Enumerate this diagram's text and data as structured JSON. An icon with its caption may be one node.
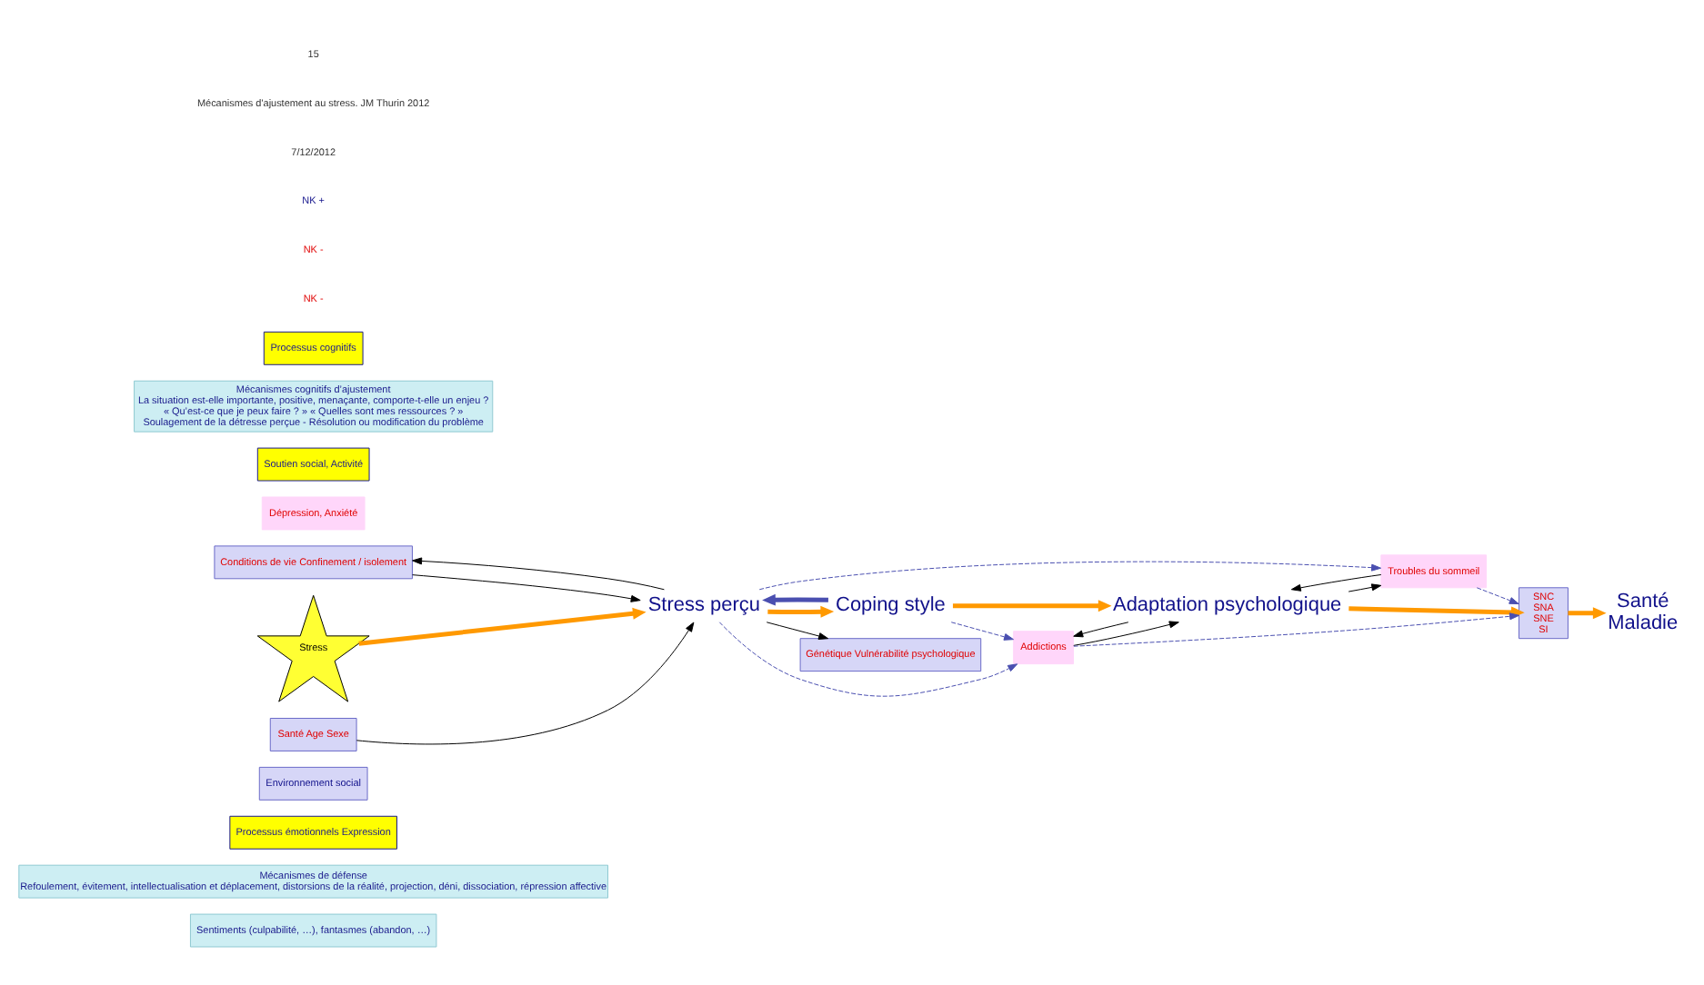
{
  "diagram": {
    "nodes": [
      {
        "text": [
          "Sentiments (culpabilité, …), fantasmes (abandon, …)"
        ]
      },
      {
        "text": [
          "Mécanismes de défense",
          "Refoulement, évitement, intellectualisation et déplacement, distorsions de la réalité, projection, déni, dissociation, répression affective"
        ]
      },
      {
        "text": [
          "Processus émotionnels Expression"
        ]
      },
      {
        "text": [
          "Environnement social"
        ]
      },
      {
        "text": [
          "Conditions de vie Confinement / isolement"
        ]
      },
      {
        "text": [
          "Stress"
        ]
      },
      {
        "text": [
          "Stress perçu"
        ]
      },
      {
        "text": [
          "Coping style"
        ]
      },
      {
        "text": [
          "Adaptation psychologique"
        ]
      },
      {
        "text": [
          "Dépression, Anxiété"
        ]
      },
      {
        "text": [
          "Troubles du sommeil"
        ]
      },
      {
        "text": [
          "SNC",
          "SNA",
          "SNE",
          "SI"
        ]
      },
      {
        "text": [
          "Santé",
          "Maladie"
        ]
      },
      {
        "text": [
          "Santé Age Sexe"
        ]
      },
      {
        "text": [
          "Génétique Vulnérabilité psychologique"
        ]
      },
      {
        "text": [
          "Addictions"
        ]
      },
      {
        "text": [
          "Soutien social, Activité"
        ]
      },
      {
        "text": [
          "Mécanismes cognitifs d’ajustement",
          "La situation est-elle importante, positive, menaçante, comporte-t-elle un enjeu ?",
          "« Qu’est-ce que je peux faire ? » « Quelles sont mes ressources ? »",
          "Soulagement de la détresse perçue - Résolution ou modification du problème"
        ]
      },
      {
        "text": [
          "Processus cognitifs"
        ]
      }
    ],
    "edges": [
      {
        "from": 5,
        "to": 6,
        "arrow": "to",
        "style": "thick",
        "color": "#ff9900"
      },
      {
        "from": 6,
        "to": 7,
        "arrow": "to",
        "style": "thick",
        "color": "#ff9900"
      },
      {
        "from": 7,
        "to": 6,
        "arrow": "to",
        "style": "thick",
        "color": "#4a4fb0"
      },
      {
        "from": 7,
        "to": 8,
        "arrow": "to",
        "style": "thick",
        "color": "#ff9900"
      },
      {
        "from": 8,
        "to": 11,
        "arrow": "to",
        "style": "thick",
        "color": "#ff9900"
      },
      {
        "from": 11,
        "to": 12,
        "arrow": "to",
        "style": "thick",
        "color": "#ff9900"
      },
      {
        "from": 6,
        "to": 4,
        "arrow": "to"
      },
      {
        "from": 4,
        "to": 6,
        "arrow": "to"
      },
      {
        "from": 13,
        "to": 6,
        "arrow": "to"
      },
      {
        "from": 6,
        "to": 14,
        "arrow": "to"
      },
      {
        "from": 6,
        "to": 10,
        "arrow": "to",
        "style": "dashed",
        "color": "#4a4fb0"
      },
      {
        "from": 6,
        "to": 15,
        "arrow": "to",
        "style": "dashed",
        "color": "#4a4fb0"
      },
      {
        "from": 7,
        "to": 15,
        "arrow": "to",
        "style": "dashed",
        "color": "#4a4fb0"
      },
      {
        "from": 8,
        "to": 10,
        "arrow": "to"
      },
      {
        "from": 10,
        "to": 8,
        "arrow": "to"
      },
      {
        "from": 15,
        "to": 8,
        "arrow": "to"
      },
      {
        "from": 8,
        "to": 15,
        "arrow": "to"
      },
      {
        "from": 10,
        "to": 11,
        "arrow": "to",
        "style": "dashed",
        "color": "#4a4fb0"
      },
      {
        "from": 15,
        "to": 11,
        "arrow": "to",
        "style": "dashed",
        "color": "#4a4fb0"
      }
    ],
    "labels": [
      "NK -",
      "NK -",
      "NK +",
      "7/12/2012",
      "Mécanismes d'ajustement au stress. JM Thurin 2012",
      "15"
    ]
  }
}
